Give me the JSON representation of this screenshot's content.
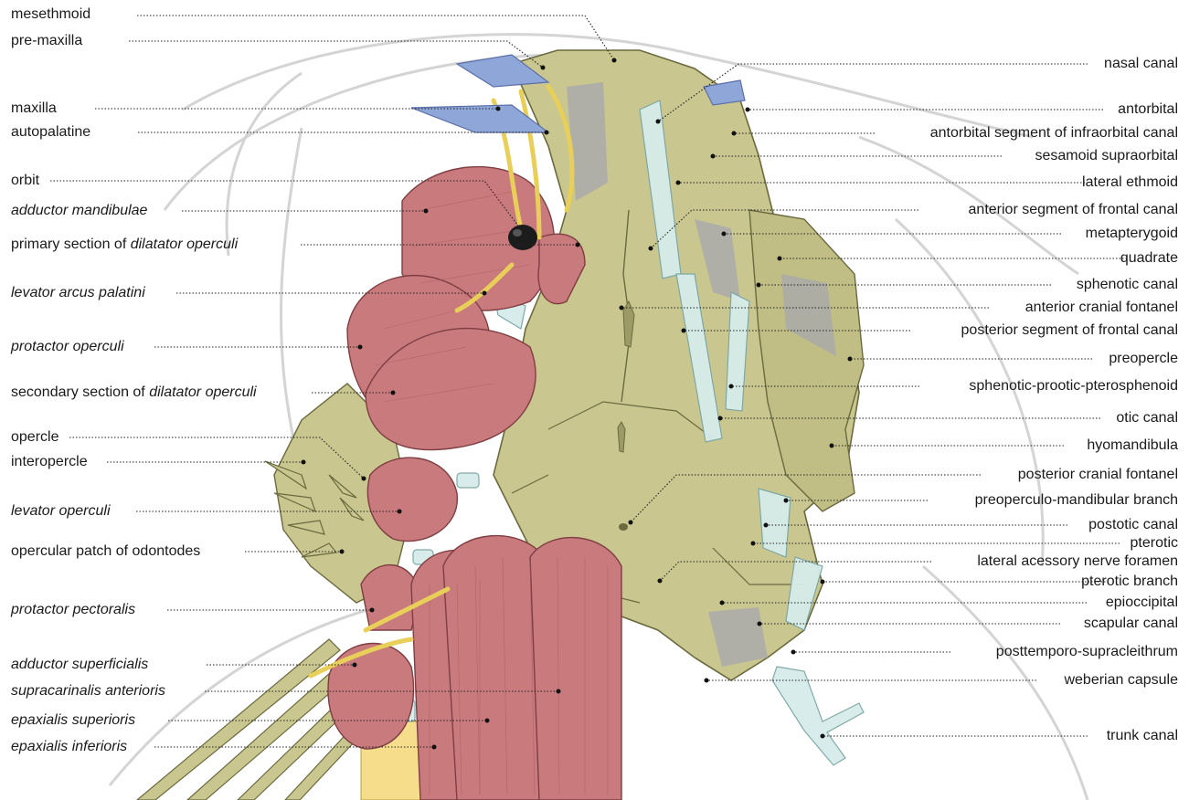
{
  "labels_left": [
    {
      "id": "mesethmoid",
      "text": "mesethmoid",
      "italic": false
    },
    {
      "id": "pre-maxilla",
      "text": "pre-maxilla",
      "italic": false
    },
    {
      "id": "maxilla",
      "text": "maxilla",
      "italic": false
    },
    {
      "id": "autopalatine",
      "text": "autopalatine",
      "italic": false
    },
    {
      "id": "orbit",
      "text": "orbit",
      "italic": false
    },
    {
      "id": "adductor-mandibulae",
      "text": "adductor mandibulae",
      "italic": true
    },
    {
      "id": "primary-dilatator",
      "pre": "primary section of ",
      "emph": "dilatator operculi"
    },
    {
      "id": "levator-arcus-palatini",
      "text": "levator arcus palatini",
      "italic": true
    },
    {
      "id": "protactor-operculi",
      "text": "protactor operculi",
      "italic": true
    },
    {
      "id": "secondary-dilatator",
      "pre": "secondary section of ",
      "emph": "dilatator operculi"
    },
    {
      "id": "opercle",
      "text": "opercle",
      "italic": false
    },
    {
      "id": "interopercle",
      "text": "interopercle",
      "italic": false
    },
    {
      "id": "levator-operculi",
      "text": "levator operculi",
      "italic": true
    },
    {
      "id": "opercular-patch",
      "text": "opercular patch of odontodes",
      "italic": false
    },
    {
      "id": "protactor-pectoralis",
      "text": "protactor pectoralis",
      "italic": true
    },
    {
      "id": "adductor-superficialis",
      "text": "adductor superficialis",
      "italic": true
    },
    {
      "id": "supracarinalis-anterioris",
      "text": "supracarinalis anterioris",
      "italic": true
    },
    {
      "id": "epaxialis-superioris",
      "text": "epaxialis superioris",
      "italic": true
    },
    {
      "id": "epaxialis-inferioris",
      "text": "epaxialis inferioris",
      "italic": true
    }
  ],
  "labels_right": [
    {
      "id": "nasal-canal",
      "text": "nasal canal"
    },
    {
      "id": "antorbital",
      "text": "antorbital"
    },
    {
      "id": "antorbital-segment",
      "text": "antorbital segment of infraorbital canal"
    },
    {
      "id": "sesamoid-supraorbital",
      "text": "sesamoid supraorbital"
    },
    {
      "id": "lateral-ethmoid",
      "text": "lateral ethmoid"
    },
    {
      "id": "anterior-frontal-canal",
      "text": "anterior segment of frontal canal"
    },
    {
      "id": "metapterygoid",
      "text": "metapterygoid"
    },
    {
      "id": "quadrate",
      "text": "quadrate"
    },
    {
      "id": "sphenotic-canal",
      "text": "sphenotic canal"
    },
    {
      "id": "anterior-cranial-fontanel",
      "text": "anterior cranial fontanel"
    },
    {
      "id": "posterior-frontal-canal",
      "text": "posterior segment of frontal canal"
    },
    {
      "id": "preopercle",
      "text": "preopercle"
    },
    {
      "id": "sphenotic-prootic",
      "text": "sphenotic-prootic-pterosphenoid"
    },
    {
      "id": "otic-canal",
      "text": "otic canal"
    },
    {
      "id": "hyomandibula",
      "text": "hyomandibula"
    },
    {
      "id": "posterior-cranial-fontanel",
      "text": "posterior cranial fontanel"
    },
    {
      "id": "preoperculo-mandibular",
      "text": "preoperculo-mandibular branch"
    },
    {
      "id": "postotic-canal",
      "text": "postotic canal"
    },
    {
      "id": "pterotic",
      "text": "pterotic"
    },
    {
      "id": "lateral-acessory-nerve",
      "text": "lateral acessory nerve foramen"
    },
    {
      "id": "pterotic-branch",
      "text": "pterotic branch"
    },
    {
      "id": "epioccipital",
      "text": "epioccipital"
    },
    {
      "id": "scapular-canal",
      "text": "scapular canal"
    },
    {
      "id": "posttemporo-supracleithrum",
      "text": "posttemporo-supracleithrum"
    },
    {
      "id": "weberian-capsule",
      "text": "weberian capsule"
    },
    {
      "id": "trunk-canal",
      "text": "trunk canal"
    }
  ],
  "colors": {
    "bone": "#c9c78f",
    "bone_edge": "#6b6a3f",
    "muscle": "#c97a7d",
    "muscle_edge": "#7e3e42",
    "nerve": "#f1d96a",
    "canal": "#d6ecea",
    "cartilage_blue": "#8fa6d8",
    "outline": "#cfcfcf"
  }
}
